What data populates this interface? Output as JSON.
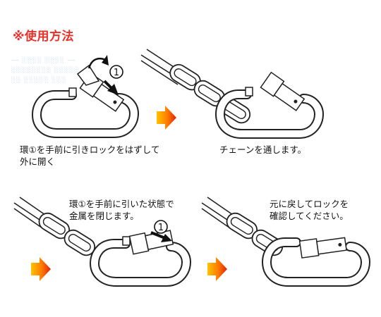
{
  "title": "※使用方法",
  "steps": [
    {
      "caption_lines": [
        "環①を手前に引きロックをはずして",
        "外に開く"
      ],
      "marker": "①"
    },
    {
      "caption_lines": [
        "チェーンを通します。"
      ]
    },
    {
      "caption_lines": [
        "環①を手前に引いた状態で",
        "金属を閉じます。"
      ],
      "marker": "①"
    },
    {
      "caption_lines": [
        "元に戻してロックを",
        "確認してください。"
      ]
    }
  ],
  "faint_lines": [
    "── ░░░░ ░░░░ ──",
    "░░░░░░░░ ░░░░░",
    "░░ ░░░░░ ░░░"
  ],
  "colors": {
    "title": "#e8312a",
    "arrow_dark": "#e33a12",
    "arrow_light": "#ffb000",
    "metal_outline": "#222222",
    "metal_fill": "#ffffff"
  }
}
